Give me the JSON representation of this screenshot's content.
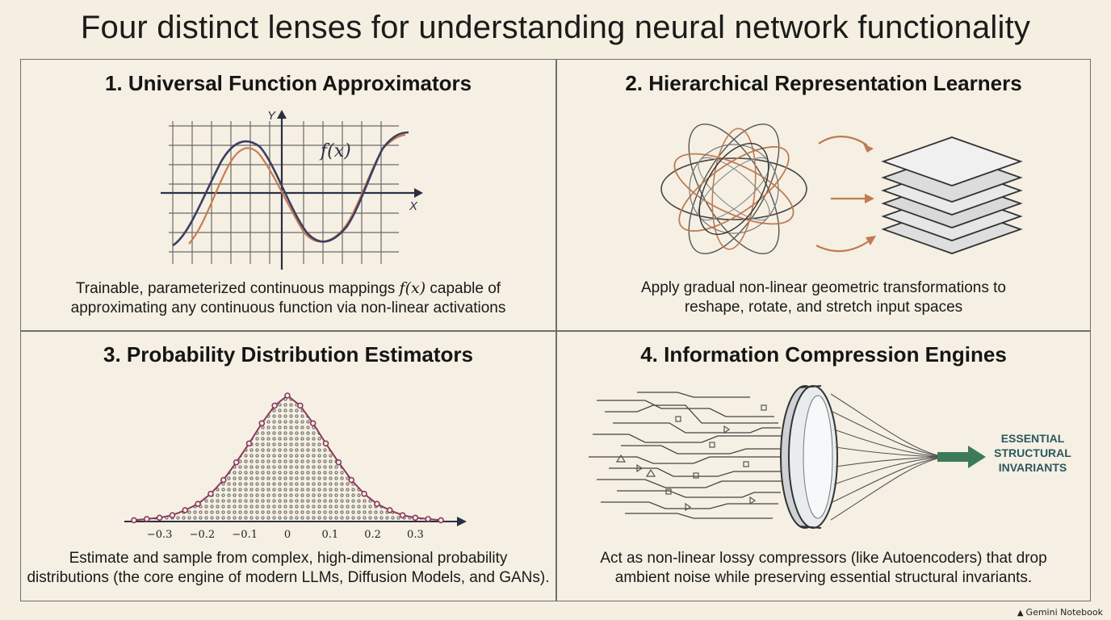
{
  "title": "Four distinct lenses for understanding neural network functionality",
  "panels": [
    {
      "title": "1. Universal Function Approximators",
      "desc_line1_a": "Trainable, parameterized continuous mappings ",
      "desc_math": "f(x)",
      "desc_line1_b": " capable of",
      "desc_line2": "approximating any continuous function via non-linear activations",
      "axis_y": "Y",
      "axis_x": "X",
      "curve_label": "f(x)"
    },
    {
      "title": "2. Hierarchical Representation Learners",
      "desc_line1": "Apply gradual non-linear geometric transformations to",
      "desc_line2": "reshape, rotate, and stretch input spaces"
    },
    {
      "title": "3. Probability Distribution Estimators",
      "desc_line1": "Estimate and sample from complex, high-dimensional probability",
      "desc_line2": "distributions (the core engine of modern LLMs, Diffusion Models, and GANs)."
    },
    {
      "title": "4. Information Compression Engines",
      "desc_line1": "Act as non-linear lossy compressors (like Autoencoders) that drop",
      "desc_line2": "ambient noise while preserving essential structural invariants.",
      "label_1": "ESSENTIAL",
      "label_2": "STRUCTURAL",
      "label_3": "INVARIANTS"
    }
  ],
  "chart_data": {
    "type": "scatter",
    "x_ticks": [
      "−0.3",
      "−0.2",
      "−0.1",
      "0",
      "0.1",
      "0.2",
      "0.3"
    ],
    "x": [
      -0.36,
      -0.33,
      -0.3,
      -0.27,
      -0.24,
      -0.21,
      -0.18,
      -0.15,
      -0.12,
      -0.09,
      -0.06,
      -0.03,
      0.0,
      0.03,
      0.06,
      0.09,
      0.12,
      0.15,
      0.18,
      0.21,
      0.24,
      0.27,
      0.3,
      0.33,
      0.36
    ],
    "y": [
      0.01,
      0.02,
      0.03,
      0.05,
      0.09,
      0.14,
      0.22,
      0.33,
      0.47,
      0.62,
      0.78,
      0.92,
      1.0,
      0.92,
      0.78,
      0.62,
      0.47,
      0.33,
      0.22,
      0.14,
      0.09,
      0.05,
      0.03,
      0.02,
      0.01
    ],
    "xlim": [
      -0.38,
      0.38
    ]
  },
  "footer": "Gemini Notebook",
  "colors": {
    "background": "#f4efe1",
    "curve_navy": "#3b3f63",
    "curve_orange": "#c97b4e",
    "bell_curve": "#8a3a5e",
    "arrow_green": "#3d7a5a",
    "label_teal": "#2c5760"
  }
}
